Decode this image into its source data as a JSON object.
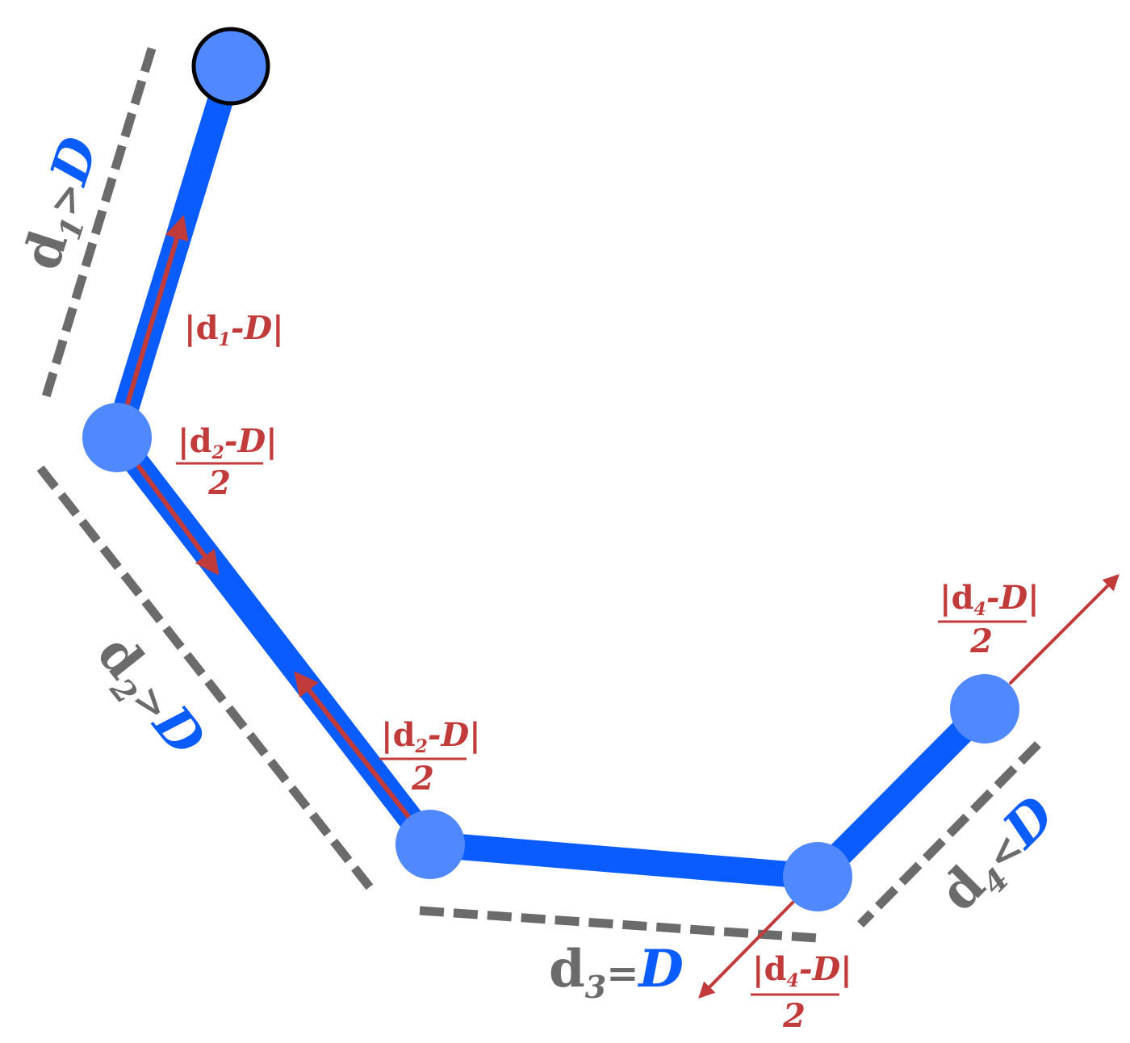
{
  "colors": {
    "segment": "#0a5cff",
    "node": "#5088ff",
    "anchor_outline": "#000000",
    "guide": "#6b6b6b",
    "correction": "#c23b3b",
    "D": "#0a5cff",
    "d": "#6b6b6b"
  },
  "labels": {
    "d1": {
      "base": "d",
      "sub": "1",
      "rel": ">",
      "D": "D"
    },
    "d2": {
      "base": "d",
      "sub": "2",
      "rel": ">",
      "D": "D"
    },
    "d3": {
      "base": "d",
      "sub": "3",
      "rel": "=",
      "D": "D"
    },
    "d4": {
      "base": "d",
      "sub": "4",
      "rel": "<",
      "D": "D"
    }
  },
  "corrections": {
    "c1": {
      "bar": "|",
      "base": "d",
      "sub": "1",
      "rest": "-D",
      "bar2": "|"
    },
    "c2a": {
      "bar": "|",
      "base": "d",
      "sub": "2",
      "rest": "-D",
      "bar2": "|",
      "den": "2"
    },
    "c2b": {
      "bar": "|",
      "base": "d",
      "sub": "2",
      "rest": "-D",
      "bar2": "|",
      "den": "2"
    },
    "c4a": {
      "bar": "|",
      "base": "d",
      "sub": "4",
      "rest": "-D",
      "bar2": "|",
      "den": "2"
    },
    "c4b": {
      "bar": "|",
      "base": "d",
      "sub": "4",
      "rest": "-D",
      "bar2": "|",
      "den": "2"
    }
  }
}
